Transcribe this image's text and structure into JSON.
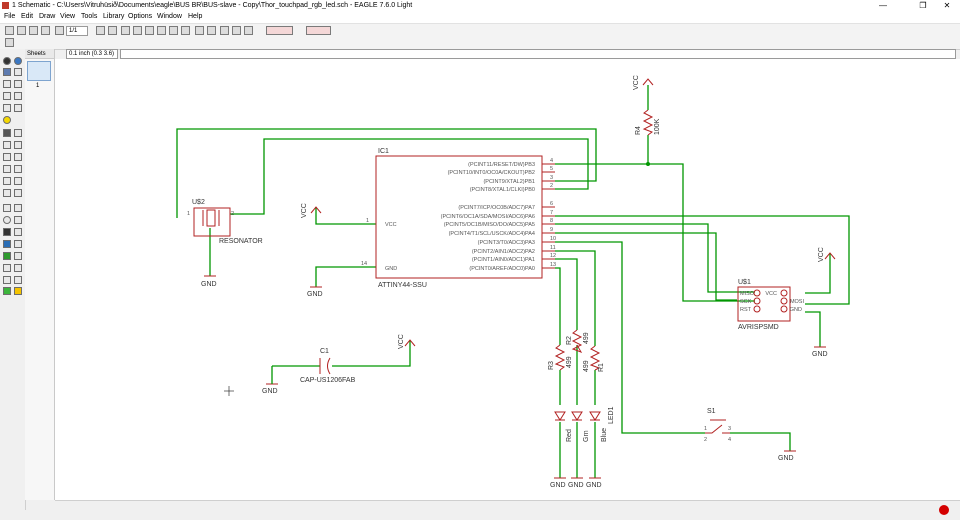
{
  "window": {
    "title": "1 Schematic - C:\\Users\\Vitruhüsið\\Documents\\eagle\\BUS BR\\BUS-slave - Copy\\Thor_touchpad_rgb_led.sch - EAGLE 7.6.0 Light",
    "controls": [
      "—",
      "❐",
      "✕"
    ]
  },
  "menu": [
    "File",
    "Edit",
    "Draw",
    "View",
    "Tools",
    "Library",
    "Options",
    "Window",
    "Help"
  ],
  "toolbar": {
    "sheet_select": "1/1"
  },
  "command": {
    "coordinates": "0.1 inch (0.3 3.6)",
    "input_value": ""
  },
  "sheets": {
    "header": "Sheets",
    "items": [
      "1"
    ]
  },
  "schematic": {
    "vcc": "VCC",
    "gnd": "GND",
    "ic1": {
      "name": "IC1",
      "value": "ATTINY44-SSU",
      "left_pins": [
        {
          "num": "1",
          "label": "VCC"
        },
        {
          "num": "14",
          "label": "GND"
        }
      ],
      "right_pins": [
        {
          "label": "(PCINT11/RESET/DW)PB3",
          "num": "4"
        },
        {
          "label": "(PCINT10/INT0/OC0A/CKOUT)PB2",
          "num": "5"
        },
        {
          "label": "(PCINT9/XTAL2)PB1",
          "num": "3"
        },
        {
          "label": "(PCINT8/XTAL1/CLKI)PB0",
          "num": "2"
        },
        {
          "label": "(PCINT7/ICP/OC0B/ADC7)PA7",
          "num": "6"
        },
        {
          "label": "(PCINT6/OC1A/SDA/MOSI/ADC6)PA6",
          "num": "7"
        },
        {
          "label": "(PCINT5/OC1B/MISO/DO/ADC5)PA5",
          "num": "8"
        },
        {
          "label": "(PCINT4/T1/SCL/USCK/ADC4)PA4",
          "num": "9"
        },
        {
          "label": "(PCINT3/T0/ADC3)PA3",
          "num": "10"
        },
        {
          "label": "(PCINT2/AIN1/ADC2)PA2",
          "num": "11"
        },
        {
          "label": "(PCINT1/AIN0/ADC1)PA1",
          "num": "12"
        },
        {
          "label": "(PCINT0/AREF/ADC0)PA0",
          "num": "13"
        }
      ]
    },
    "u2": {
      "name": "U$2",
      "value": "RESONATOR",
      "pin1": "1",
      "pin2": "2"
    },
    "u1": {
      "name": "U$1",
      "value": "AVRISPSMD",
      "pins_left": [
        "MISO",
        "SCK",
        "RST"
      ],
      "pins_right": [
        "VCC",
        "MOSI",
        "GND"
      ]
    },
    "r4": {
      "name": "R4",
      "value": "100K"
    },
    "r3": {
      "name": "R3",
      "value": "499"
    },
    "r2": {
      "name": "R2",
      "value": "499"
    },
    "r1": {
      "name": "R1",
      "value": "499"
    },
    "c1": {
      "name": "C1",
      "value": "CAP-US1206FAB"
    },
    "s1": {
      "name": "S1",
      "pins": [
        "1",
        "2",
        "3",
        "4"
      ]
    },
    "led": {
      "name": "LED1",
      "red": "Red",
      "grn": "Grn",
      "blue": "Blue"
    }
  },
  "colors": {
    "wire": "#009600",
    "part": "#b22222",
    "canvas": "#ffffff"
  }
}
